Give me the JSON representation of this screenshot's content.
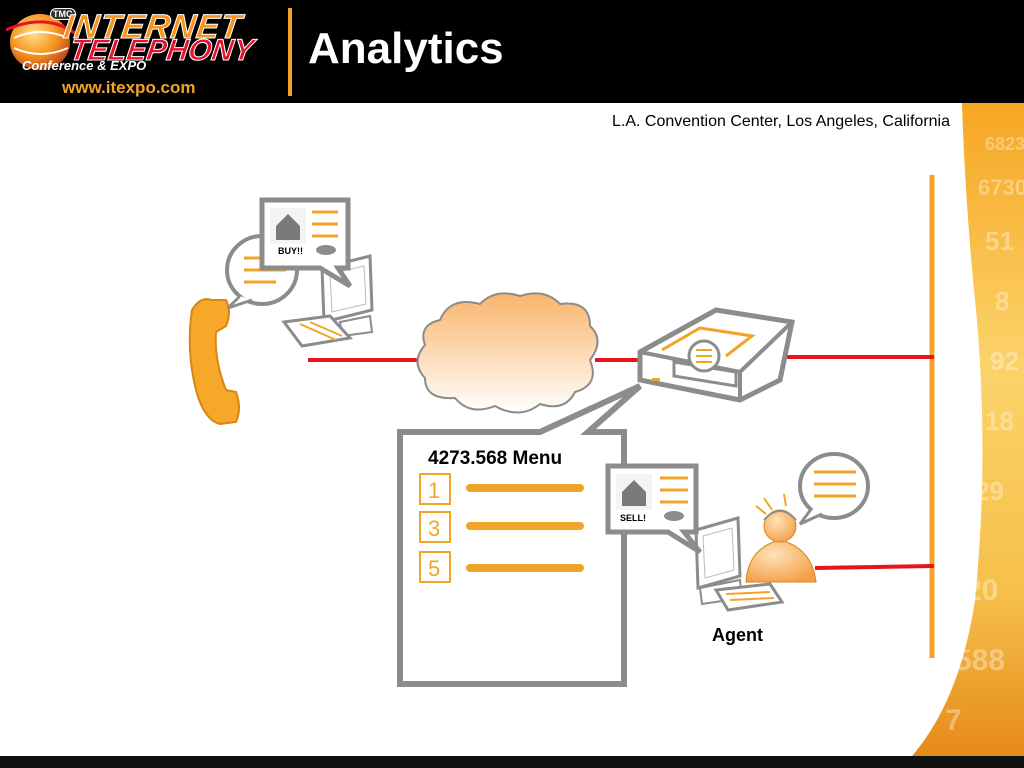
{
  "header": {
    "logo": {
      "line1": "INTERNET",
      "line2": "TELEPHONY",
      "line3": "Conference & EXPO",
      "badge": "TMC",
      "url": "www.itexpo.com"
    },
    "title": "Analytics"
  },
  "location": "L.A. Convention Center, Los Angeles, California",
  "diagram": {
    "caller_screen_label": "BUY!!",
    "agent_screen_label": "SELL!",
    "menu": {
      "title": "4273.568 Menu",
      "options": [
        "1",
        "3",
        "5"
      ]
    },
    "agent_label": "Agent"
  },
  "colors": {
    "accent_orange": "#f2a42a",
    "line_red": "#e8141b",
    "frame_gray": "#8c8c8c",
    "header_black": "#000000"
  }
}
